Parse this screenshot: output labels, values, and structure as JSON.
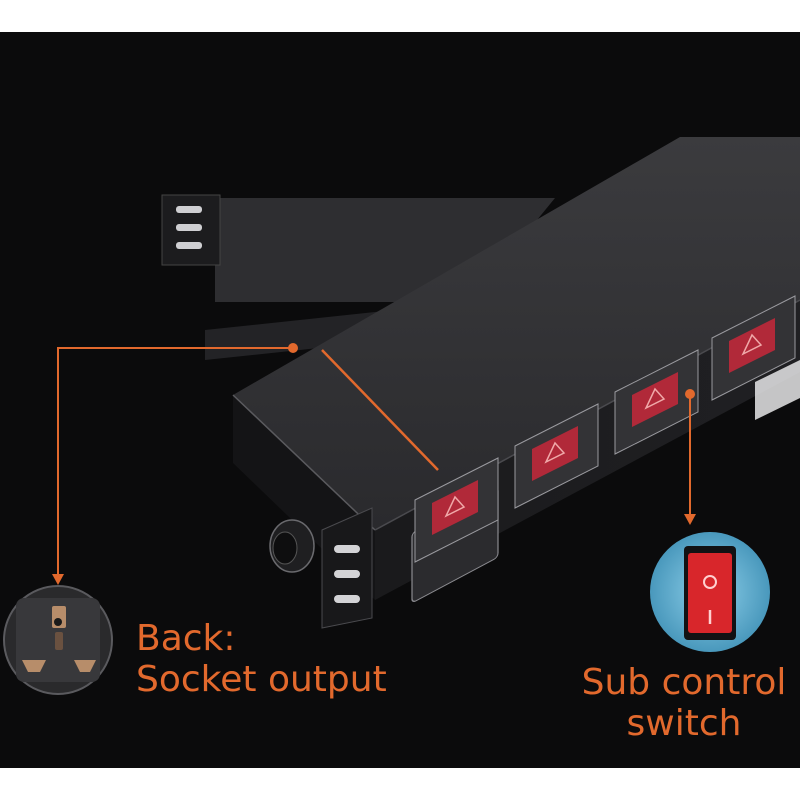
{
  "image": {
    "description": "Product photo of a black rack-mount PDU power strip with callouts",
    "colors": {
      "background": "#0b0b0c",
      "accent": "#e2692d",
      "housing": "#3a3a3c",
      "switch_red": "#d8262b"
    }
  },
  "callouts": {
    "back": {
      "line1": "Back:",
      "line2": "Socket output"
    },
    "switch": {
      "line1": "Sub control",
      "line2": "switch"
    }
  },
  "icons": {
    "socket": "universal-socket-icon",
    "switch": "rocker-switch-icon"
  }
}
